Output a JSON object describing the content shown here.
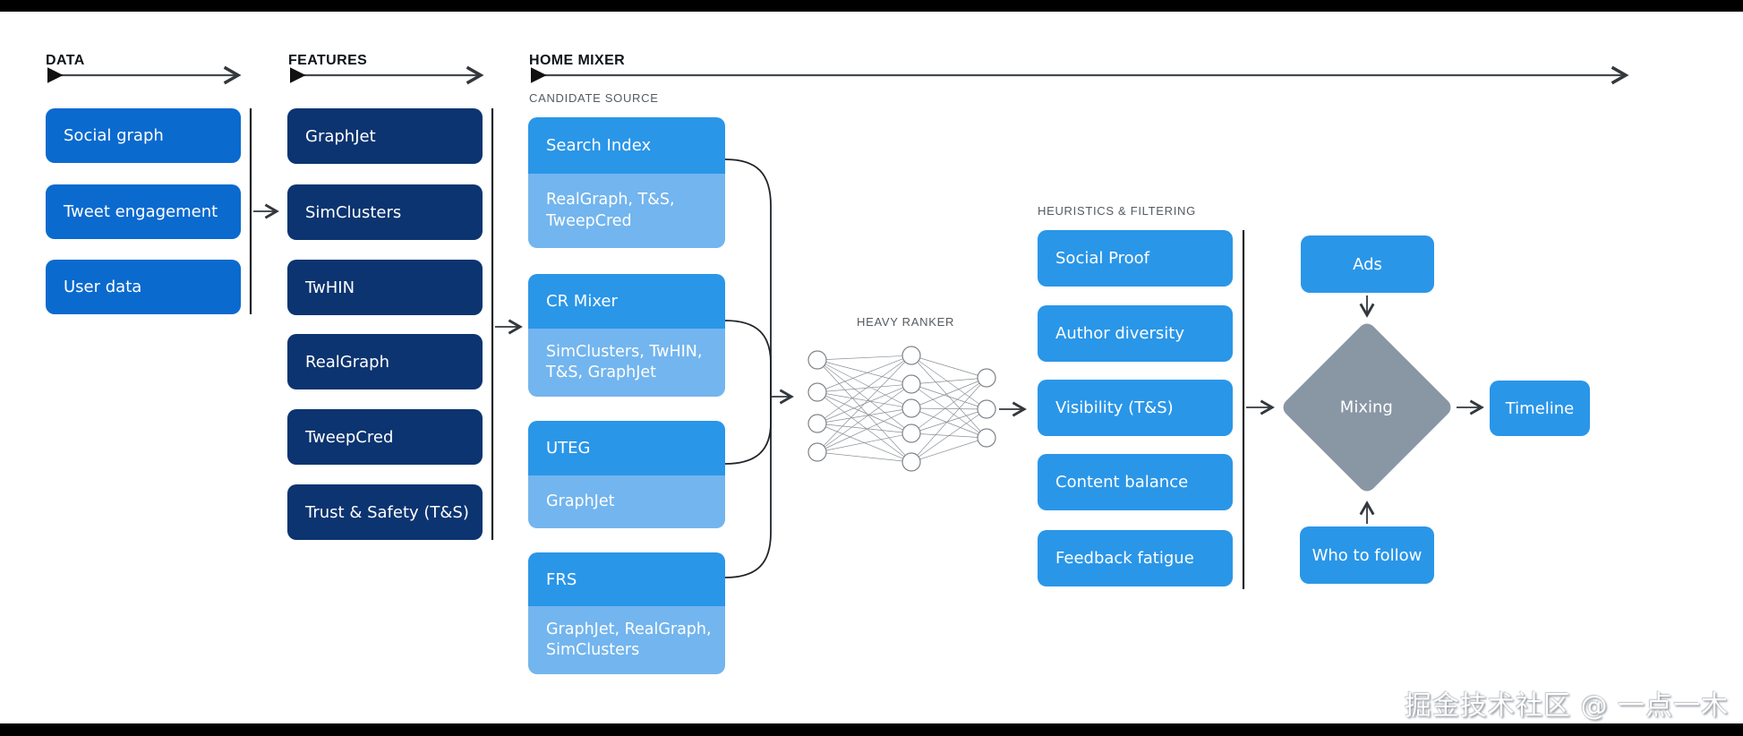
{
  "meta": {
    "title": "Twitter For You timeline algorithm architecture diagram",
    "colors": {
      "data_box": "#0b6ace",
      "feature_box": "#0c3470",
      "azure_box": "#2a96e8",
      "light_sub_box": "#73b5ee",
      "mixing_diamond": "#8997a5",
      "header_text": "#0f1419",
      "section_label_text": "#545b61",
      "line": "#33383d",
      "box_text": "#ffffff",
      "letterbox_bars": "#000000"
    }
  },
  "headers": {
    "data": "DATA",
    "features": "FEATURES",
    "home_mixer": "HOME MIXER"
  },
  "data_column": {
    "items": [
      "Social graph",
      "Tweet engagement",
      "User data"
    ]
  },
  "features_column": {
    "items": [
      "GraphJet",
      "SimClusters",
      "TwHIN",
      "RealGraph",
      "TweepCred",
      "Trust & Safety (T&S)"
    ]
  },
  "candidate_source": {
    "section_label": "CANDIDATE SOURCE",
    "groups": [
      {
        "title": "Search Index",
        "sub": "RealGraph, T&S, TweepCred"
      },
      {
        "title": "CR Mixer",
        "sub": "SimClusters, TwHIN, T&S, GraphJet"
      },
      {
        "title": "UTEG",
        "sub": "GraphJet"
      },
      {
        "title": "FRS",
        "sub": "GraphJet, RealGraph, SimClusters"
      }
    ]
  },
  "heavy_ranker": {
    "label": "HEAVY RANKER",
    "network": {
      "input_nodes": 4,
      "hidden_nodes": 5,
      "output_nodes": 3
    }
  },
  "heuristics": {
    "section_label": "HEURISTICS & FILTERING",
    "items": [
      "Social Proof",
      "Author diversity",
      "Visibility (T&S)",
      "Content balance",
      "Feedback fatigue"
    ]
  },
  "output_stage": {
    "ads": "Ads",
    "mixing": "Mixing",
    "who_to_follow": "Who to follow",
    "timeline": "Timeline"
  },
  "watermark": "掘金技术社区 @ 一点一木"
}
